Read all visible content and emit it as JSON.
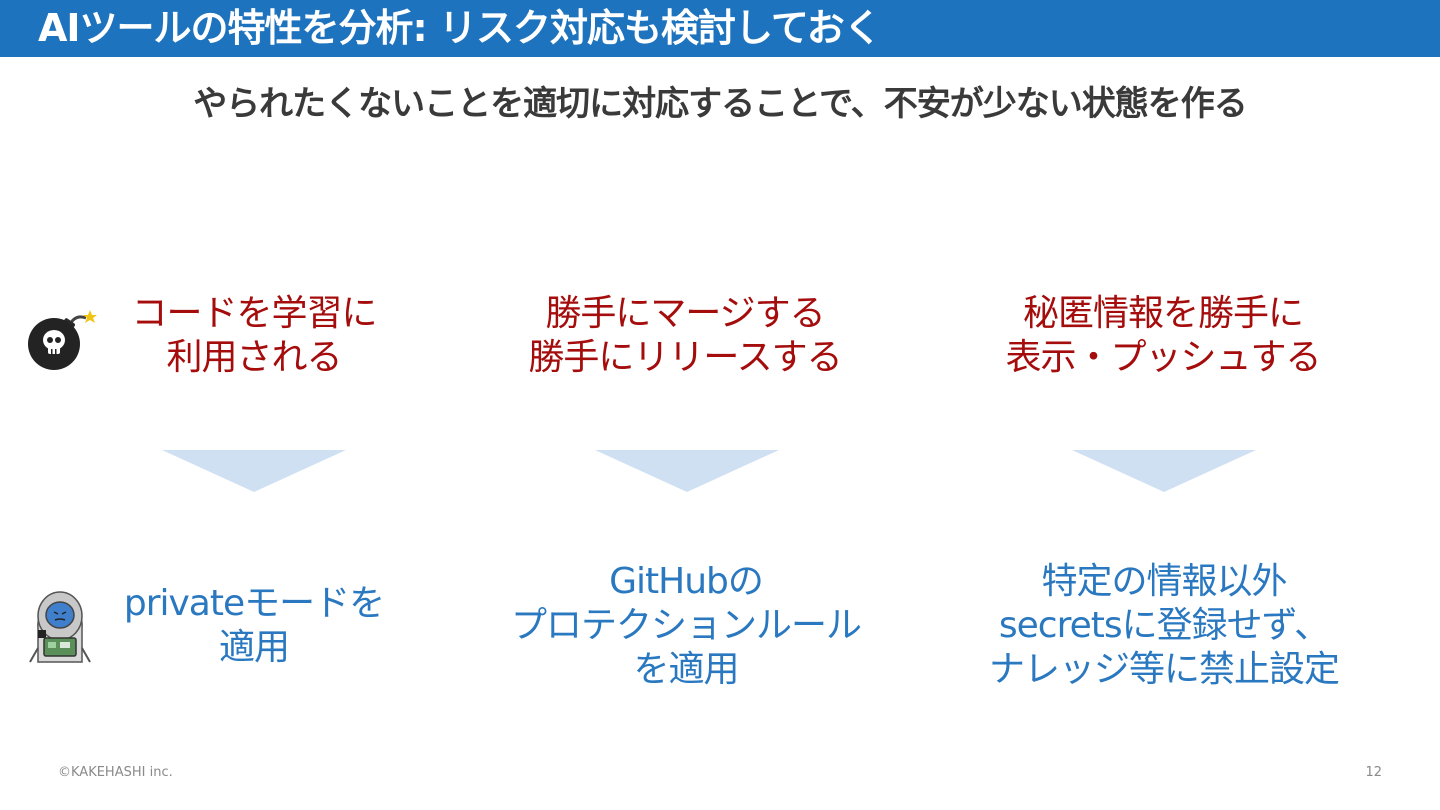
{
  "header": {
    "title": "AIツールの特性を分析: リスク対応も検討しておく"
  },
  "subtitle": "やられたくないことを適切に対応することで、不安が少ない状態を作る",
  "risks": [
    {
      "text": "コードを学習に\n利用される"
    },
    {
      "text": "勝手にマージする\n勝手にリリースする"
    },
    {
      "text": "秘匿情報を勝手に\n表示・プッシュする"
    }
  ],
  "measures": [
    {
      "text": "privateモードを\n適用"
    },
    {
      "text": "GitHubの\nプロテクションルール\nを適用"
    },
    {
      "text": "特定の情報以外\nsecretsに登録せず、\nナレッジ等に禁止設定"
    }
  ],
  "icons": {
    "risk": "bomb-icon",
    "measure": "hazmat-worker-icon"
  },
  "colors": {
    "header_bg": "#1e73be",
    "risk_text": "#a50d0d",
    "measure_text": "#2a78c0",
    "arrow": "#cfe0f3"
  },
  "footer": {
    "copyright": "©KAKEHASHI inc.",
    "page_number": "12"
  }
}
